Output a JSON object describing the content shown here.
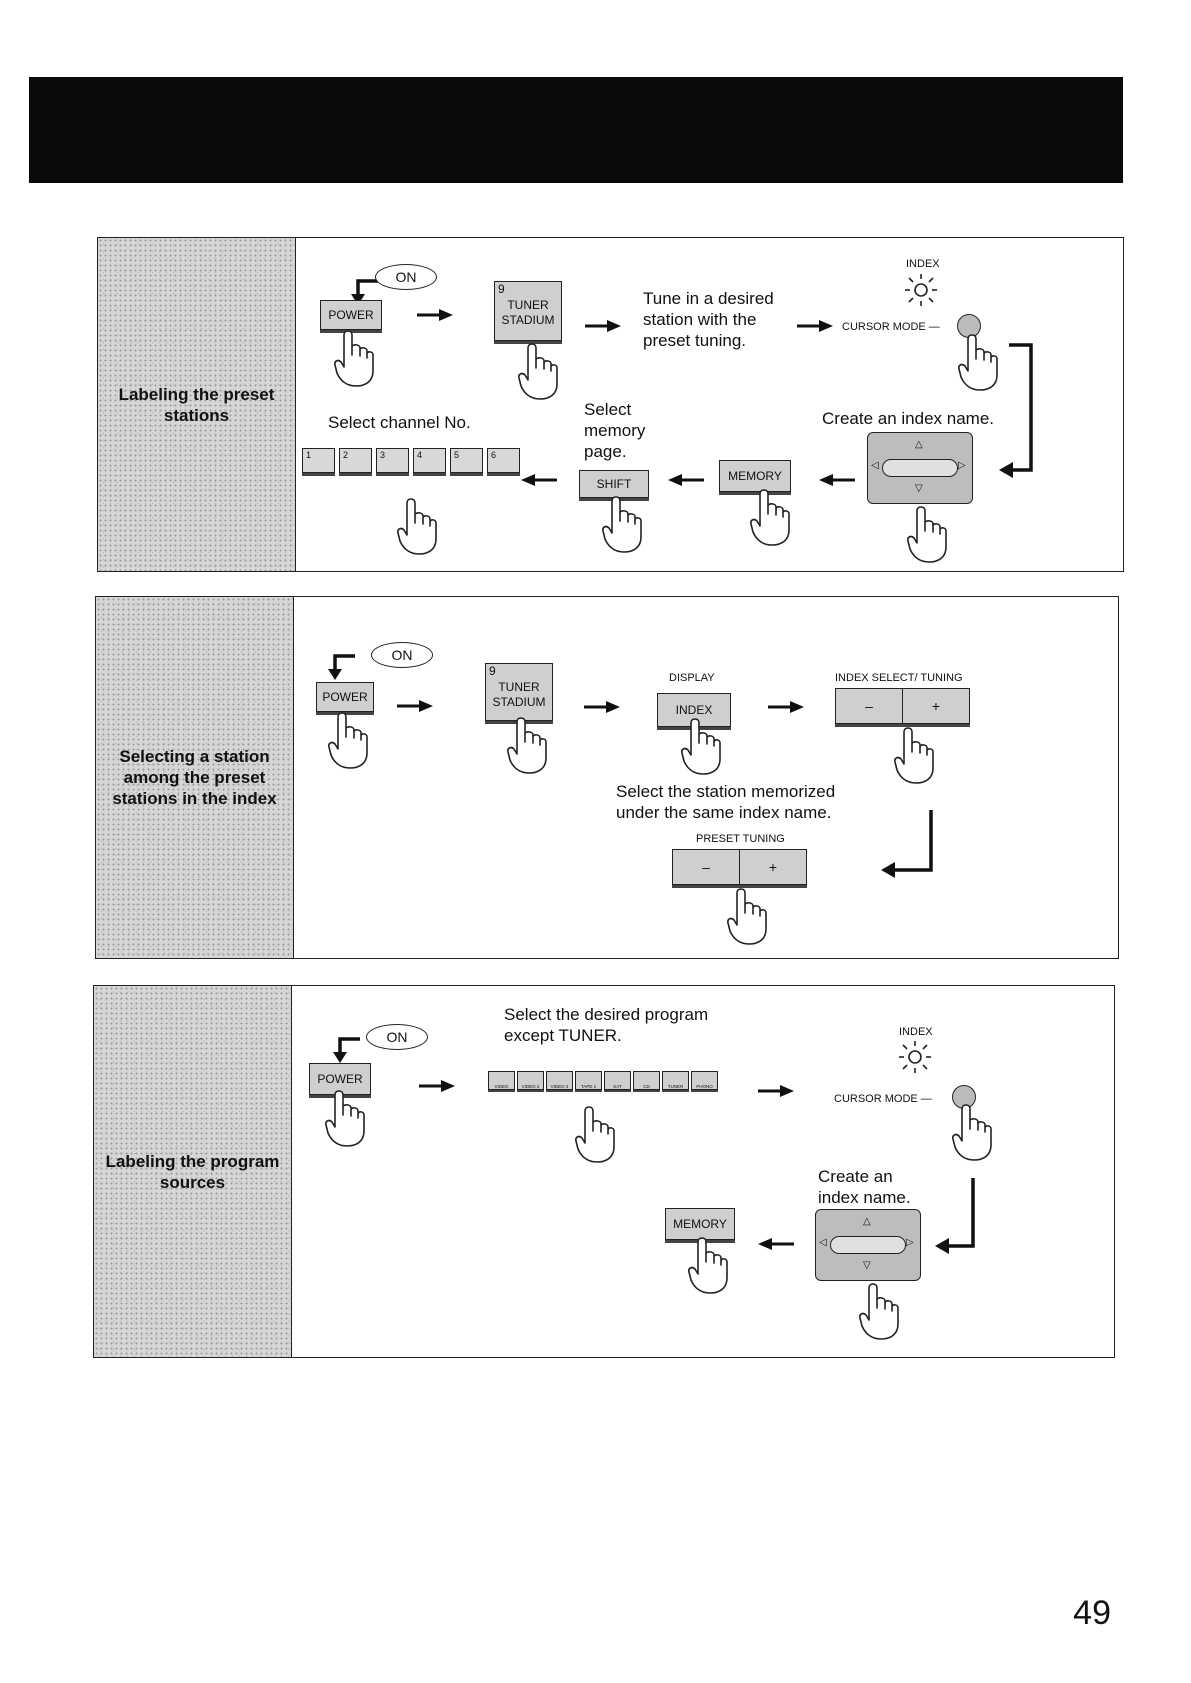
{
  "page": {
    "number": "49"
  },
  "section1": {
    "label": "Labeling the preset stations",
    "on_label": "ON",
    "power_label": "POWER",
    "tuner_num": "9",
    "tuner_l1": "TUNER",
    "tuner_l2": "STADIUM",
    "tune_text": "Tune in a desired station with the preset tuning.",
    "index_label": "INDEX",
    "cursor_mode_label": "CURSOR MODE —",
    "create_index": "Create an index name.",
    "memory_label": "MEMORY",
    "select_memory": "Select memory page.",
    "shift_label": "SHIFT",
    "select_channel": "Select channel No.",
    "channels": [
      "1",
      "2",
      "3",
      "4",
      "5",
      "6"
    ]
  },
  "section2": {
    "label": "Selecting a station among the preset stations in the index",
    "on_label": "ON",
    "power_label": "POWER",
    "tuner_num": "9",
    "tuner_l1": "TUNER",
    "tuner_l2": "STADIUM",
    "display_label": "DISPLAY",
    "index_key": "INDEX",
    "index_select_label": "INDEX SELECT/ TUNING",
    "minus": "–",
    "plus": "+",
    "select_station": "Select the station memorized under the same index name.",
    "preset_tuning_label": "PRESET TUNING"
  },
  "section3": {
    "label": "Labeling the program sources",
    "on_label": "ON",
    "power_label": "POWER",
    "select_program": "Select the desired program except TUNER.",
    "sources": [
      "VIDEO",
      "VIDEO 2",
      "VIDEO 3",
      "TAPE 1",
      "SAT",
      "CD",
      "TUNER",
      "PHONO"
    ],
    "index_label": "INDEX",
    "cursor_mode_label": "CURSOR MODE —",
    "create_index": "Create an index name.",
    "memory_label": "MEMORY"
  }
}
